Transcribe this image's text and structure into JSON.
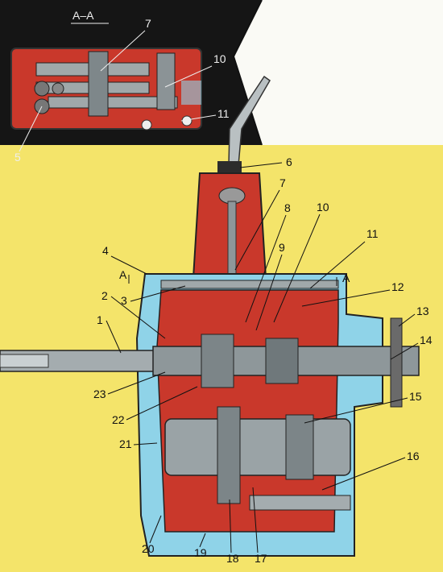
{
  "section_title": "А–А",
  "section_marks": {
    "left": "А",
    "right": "А"
  },
  "callouts_top": [
    "7",
    "10",
    "11",
    "5"
  ],
  "callouts_main": [
    "1",
    "2",
    "3",
    "4",
    "6",
    "7",
    "8",
    "9",
    "10",
    "11",
    "12",
    "13",
    "14",
    "15",
    "16",
    "17",
    "18",
    "19",
    "20",
    "21",
    "22",
    "23"
  ],
  "colors": {
    "background": "#f4e46a",
    "inset_background": "#151515",
    "housing_red": "#c9382b",
    "oil_blue": "#8fd3e8",
    "shaft_gray": "#9aa3a6"
  }
}
